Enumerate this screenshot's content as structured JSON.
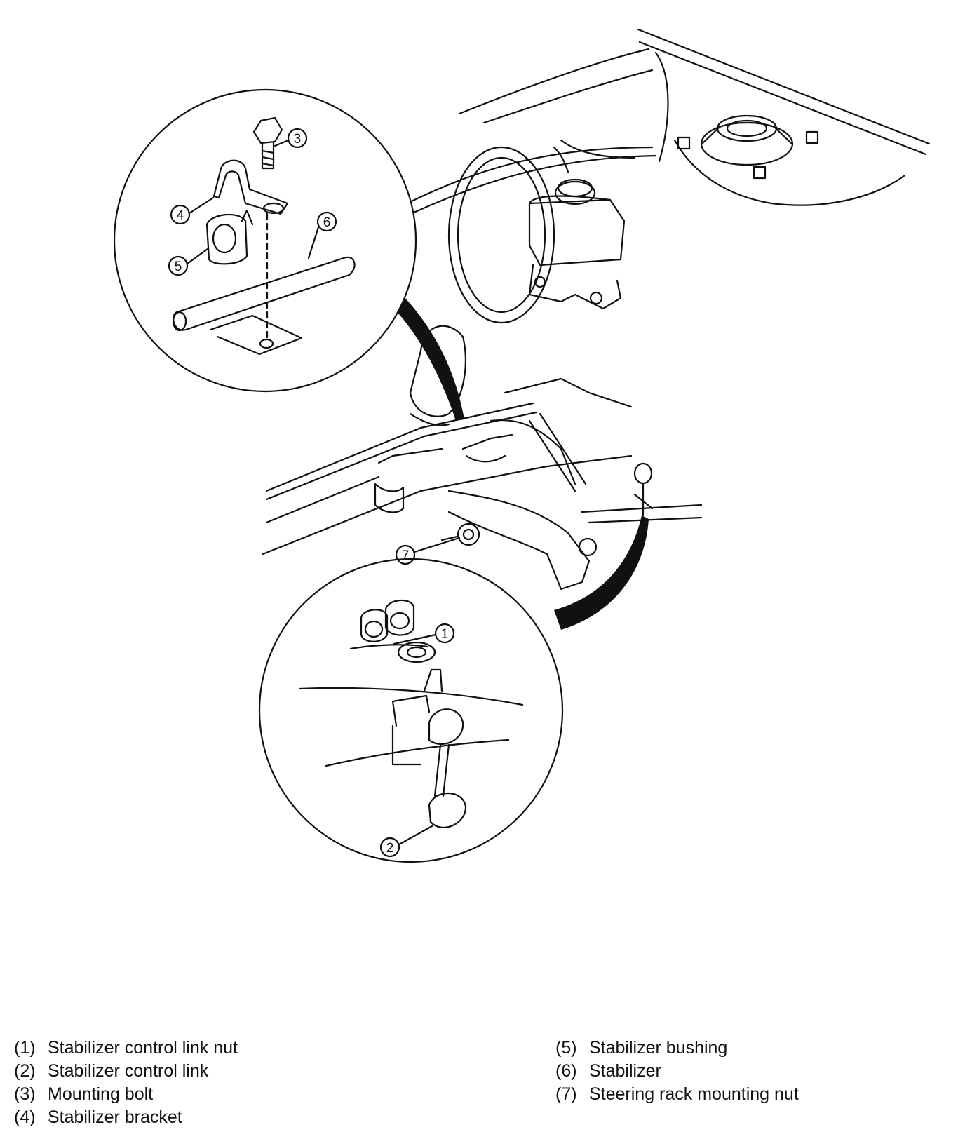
{
  "callouts": [
    "1",
    "2",
    "3",
    "4",
    "5",
    "6",
    "7"
  ],
  "legend": {
    "left": [
      {
        "num": "(1)",
        "text": "Stabilizer control link nut"
      },
      {
        "num": "(2)",
        "text": "Stabilizer control link"
      },
      {
        "num": "(3)",
        "text": "Mounting bolt"
      },
      {
        "num": "(4)",
        "text": "Stabilizer bracket"
      }
    ],
    "right": [
      {
        "num": "(5)",
        "text": "Stabilizer bushing"
      },
      {
        "num": "(6)",
        "text": "Stabilizer"
      },
      {
        "num": "(7)",
        "text": "Steering rack mounting nut"
      }
    ]
  },
  "colors": {
    "ink": "#111111",
    "background": "#ffffff"
  }
}
